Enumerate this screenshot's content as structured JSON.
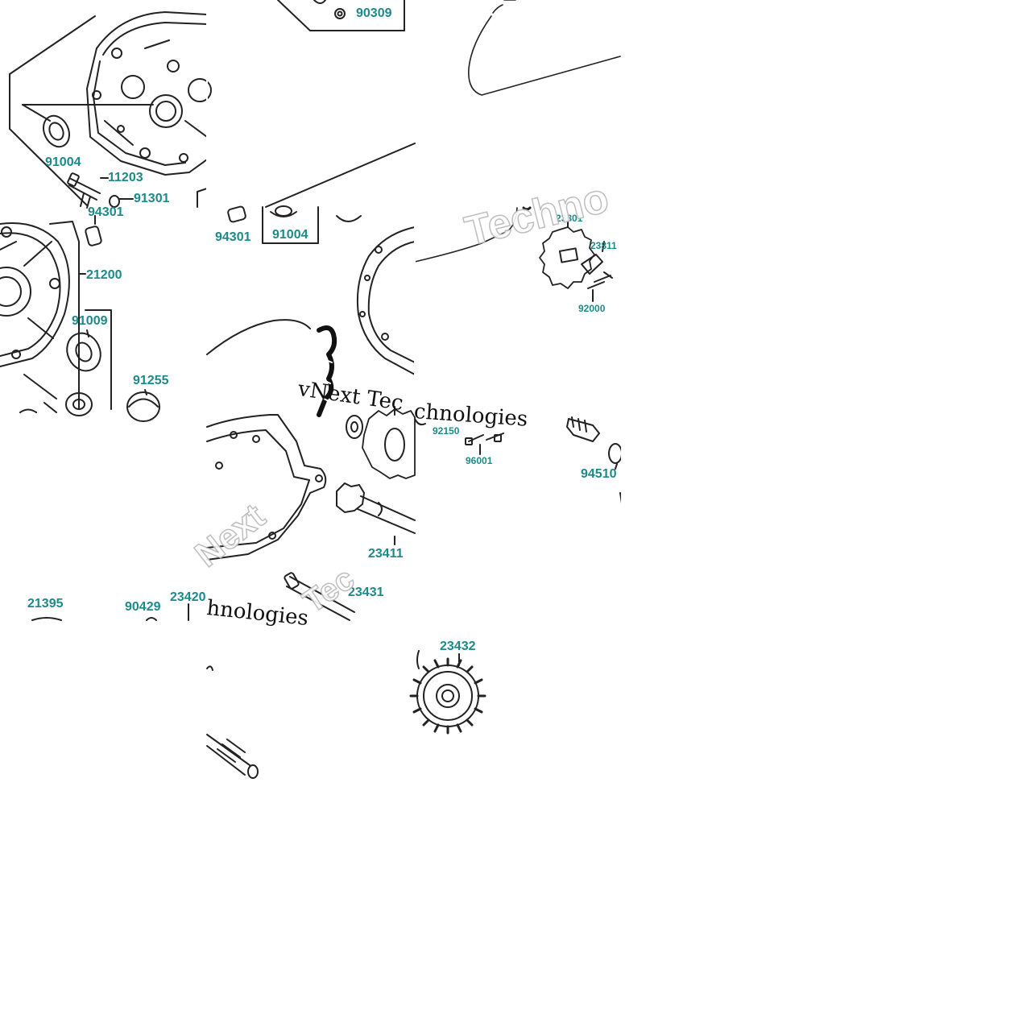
{
  "colors": {
    "line": "#222222",
    "label": "#1d8a8a",
    "watermark_outline": "#b8b8b8",
    "background": "#ffffff"
  },
  "parts": {
    "p90309": "90309",
    "p91004_a": "91004",
    "p11203": "11203",
    "p91301": "91301",
    "p94301_a": "94301",
    "p21200": "21200",
    "p91009": "91009",
    "p91255": "91255",
    "p94301_b": "94301",
    "p91004_b": "91004",
    "p23801": "23801",
    "p23811": "23811",
    "p92000": "92000",
    "p92150": "92150",
    "p96001": "96001",
    "p94510": "94510",
    "p23411": "23411",
    "p23431": "23431",
    "p21395": "21395",
    "p90429": "90429",
    "p23420": "23420",
    "p23432": "23432"
  },
  "watermarks": {
    "w1": "Techno",
    "w2": "vNext Tec",
    "w3": "chnologies",
    "w4": "Next",
    "w5": "hnologies",
    "w6": "Tec"
  }
}
